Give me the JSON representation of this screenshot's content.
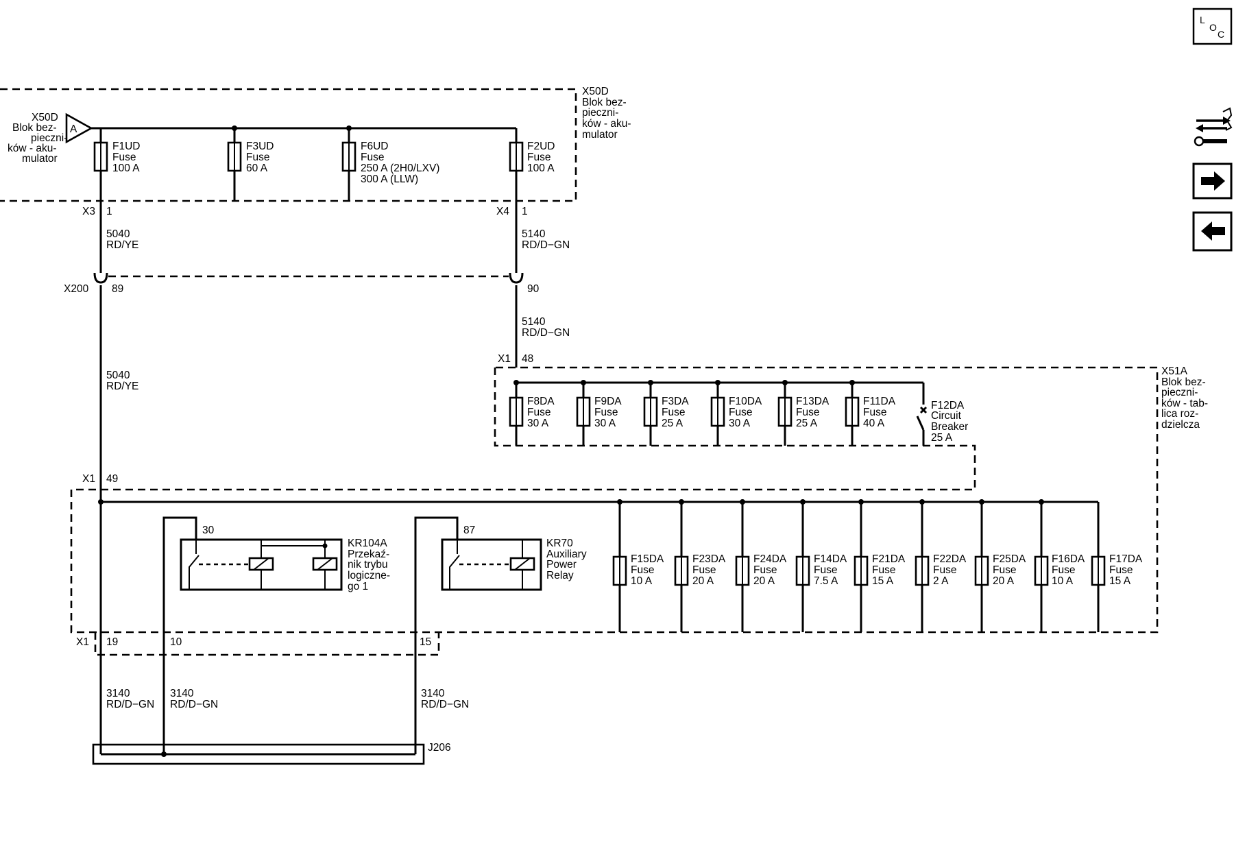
{
  "loc_button": {
    "letters": [
      "L",
      "O",
      "C"
    ]
  },
  "nav": {
    "related_icon": "connector-tool-icon",
    "next_icon": "arrow-right-icon",
    "prev_icon": "arrow-left-icon"
  },
  "x50d": {
    "left_label": [
      "X50D",
      "Blok bez-",
      "pieczni-",
      "ków - aku-",
      "mulator"
    ],
    "right_label": [
      "X50D",
      "Blok bez-",
      "pieczni-",
      "ków - aku-",
      "mulator"
    ],
    "source_letter": "A",
    "fuses": [
      {
        "lines": [
          "F1UD",
          "Fuse",
          "100 A"
        ]
      },
      {
        "lines": [
          "F3UD",
          "Fuse",
          "60 A"
        ]
      },
      {
        "lines": [
          "F6UD",
          "Fuse",
          "250 A (2H0/LXV)",
          "300 A (LLW)"
        ]
      },
      {
        "lines": [
          "F2UD",
          "Fuse",
          "100 A"
        ]
      }
    ]
  },
  "connectors": {
    "x3": {
      "name": "X3",
      "pin": "1"
    },
    "x4": {
      "name": "X4",
      "pin": "1"
    },
    "x200": {
      "name": "X200",
      "pin_a": "89",
      "pin_b": "90"
    },
    "x1_top": {
      "name": "X1",
      "pin": "48"
    },
    "x1_mid": {
      "name": "X1",
      "pin": "49"
    },
    "x1_bottom": {
      "name": "X1",
      "pins": [
        "19",
        "10",
        "15"
      ]
    },
    "j206": "J206"
  },
  "wires": {
    "w5040_a": [
      "5040",
      "RD/YE"
    ],
    "w5140_a": [
      "5140",
      "RD/D−GN"
    ],
    "w5140_b": [
      "5140",
      "RD/D−GN"
    ],
    "w5040_b": [
      "5040",
      "RD/YE"
    ],
    "w3140_a": [
      "3140",
      "RD/D−GN"
    ],
    "w3140_b": [
      "3140",
      "RD/D−GN"
    ],
    "w3140_c": [
      "3140",
      "RD/D−GN"
    ]
  },
  "x51a": {
    "label": [
      "X51A",
      "Blok bez-",
      "pieczni-",
      "ków - tab-",
      "lica roz-",
      "dzielcza"
    ],
    "upper_fuses": [
      {
        "lines": [
          "F8DA",
          "Fuse",
          "30 A"
        ]
      },
      {
        "lines": [
          "F9DA",
          "Fuse",
          "30 A"
        ]
      },
      {
        "lines": [
          "F3DA",
          "Fuse",
          "25 A"
        ]
      },
      {
        "lines": [
          "F10DA",
          "Fuse",
          "30 A"
        ]
      },
      {
        "lines": [
          "F13DA",
          "Fuse",
          "25 A"
        ]
      },
      {
        "lines": [
          "F11DA",
          "Fuse",
          "40 A"
        ]
      }
    ],
    "breaker": [
      "F12DA",
      "Circuit",
      "Breaker",
      "25 A"
    ],
    "lower_fuses": [
      {
        "lines": [
          "F15DA",
          "Fuse",
          "10 A"
        ]
      },
      {
        "lines": [
          "F23DA",
          "Fuse",
          "20 A"
        ]
      },
      {
        "lines": [
          "F24DA",
          "Fuse",
          "20 A"
        ]
      },
      {
        "lines": [
          "F14DA",
          "Fuse",
          "7.5 A"
        ]
      },
      {
        "lines": [
          "F21DA",
          "Fuse",
          "15 A"
        ]
      },
      {
        "lines": [
          "F22DA",
          "Fuse",
          "2 A"
        ]
      },
      {
        "lines": [
          "F25DA",
          "Fuse",
          "20 A"
        ]
      },
      {
        "lines": [
          "F16DA",
          "Fuse",
          "10 A"
        ]
      },
      {
        "lines": [
          "F17DA",
          "Fuse",
          "15 A"
        ]
      }
    ],
    "relay1": {
      "pin": "30",
      "lines": [
        "KR104A",
        "Przekaź-",
        "nik trybu",
        "logiczne-",
        "go 1"
      ]
    },
    "relay2": {
      "pin": "87",
      "lines": [
        "KR70",
        "Auxiliary",
        "Power",
        "Relay"
      ]
    }
  }
}
